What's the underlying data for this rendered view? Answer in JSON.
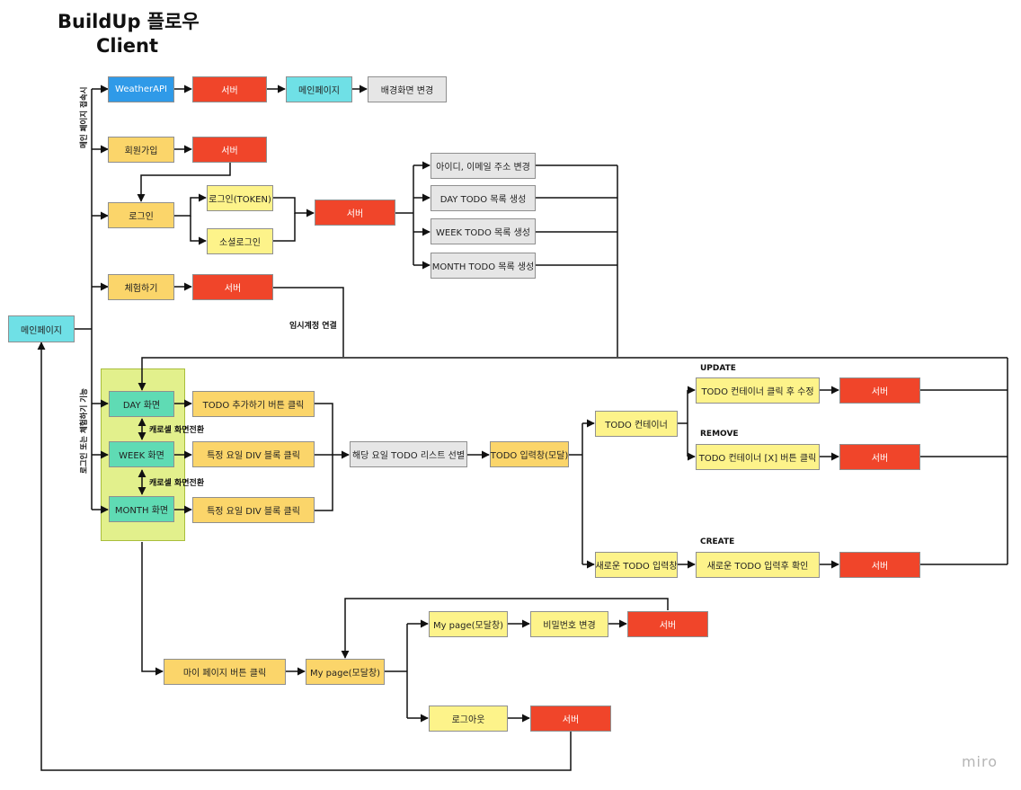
{
  "title": "BuildUp 플로우",
  "subtitle": "Client",
  "watermark": "miro",
  "nodes": {
    "main_page": "메인페이지",
    "weather_api": "WeatherAPI",
    "server_weather": "서버",
    "main_page_2": "메인페이지",
    "change_bg": "배경화면 변경",
    "signup": "회원가입",
    "server_signup": "서버",
    "login": "로그인",
    "login_token": "로그인(TOKEN)",
    "social_login": "소셜로그인",
    "server_login": "서버",
    "change_id_email": "아이디, 이메일 주소 변경",
    "create_day_todo": "DAY TODO 목록 생성",
    "create_week_todo": "WEEK TODO 목록 생성",
    "create_month_todo": "MONTH TODO 목록 생성",
    "trial": "체험하기",
    "server_trial": "서버",
    "day_view": "DAY 화면",
    "week_view": "WEEK 화면",
    "month_view": "MONTH 화면",
    "todo_add_click": "TODO 추가하기 버튼 클릭",
    "weekday_block_click_1": "특정 요일 DIV 블록 클릭",
    "weekday_block_click_2": "특정 요일 DIV 블록 클릭",
    "select_day_list": "해당 요일 TODO 리스트 선별",
    "todo_input_modal": "TODO 입력창(모달)",
    "todo_container": "TODO 컨테이너",
    "update_click": "TODO 컨테이너 클릭 후 수정",
    "server_update": "서버",
    "remove_click": "TODO 컨테이너 [X] 버튼 클릭",
    "server_remove": "서버",
    "new_todo_input": "새로운 TODO 입력창",
    "new_todo_confirm": "새로운 TODO 입력후 확인",
    "server_create": "서버",
    "mypage_click": "마이 페이지 버튼 클릭",
    "mypage_modal": "My page(모달창)",
    "mypage_modal_2": "My page(모달창)",
    "change_password": "비밀번호 변경",
    "server_password": "서버",
    "logout": "로그아웃",
    "server_logout": "서버"
  },
  "labels": {
    "temp_account": "임시계정 연결",
    "carousel_1": "캐로셀 화면전환",
    "carousel_2": "캐로셀 화면전환",
    "update": "UPDATE",
    "remove": "REMOVE",
    "create": "CREATE",
    "on_main_access": "메인 페이지 접속시",
    "login_or_trial": "로그인 또는 체험하기 기능"
  }
}
